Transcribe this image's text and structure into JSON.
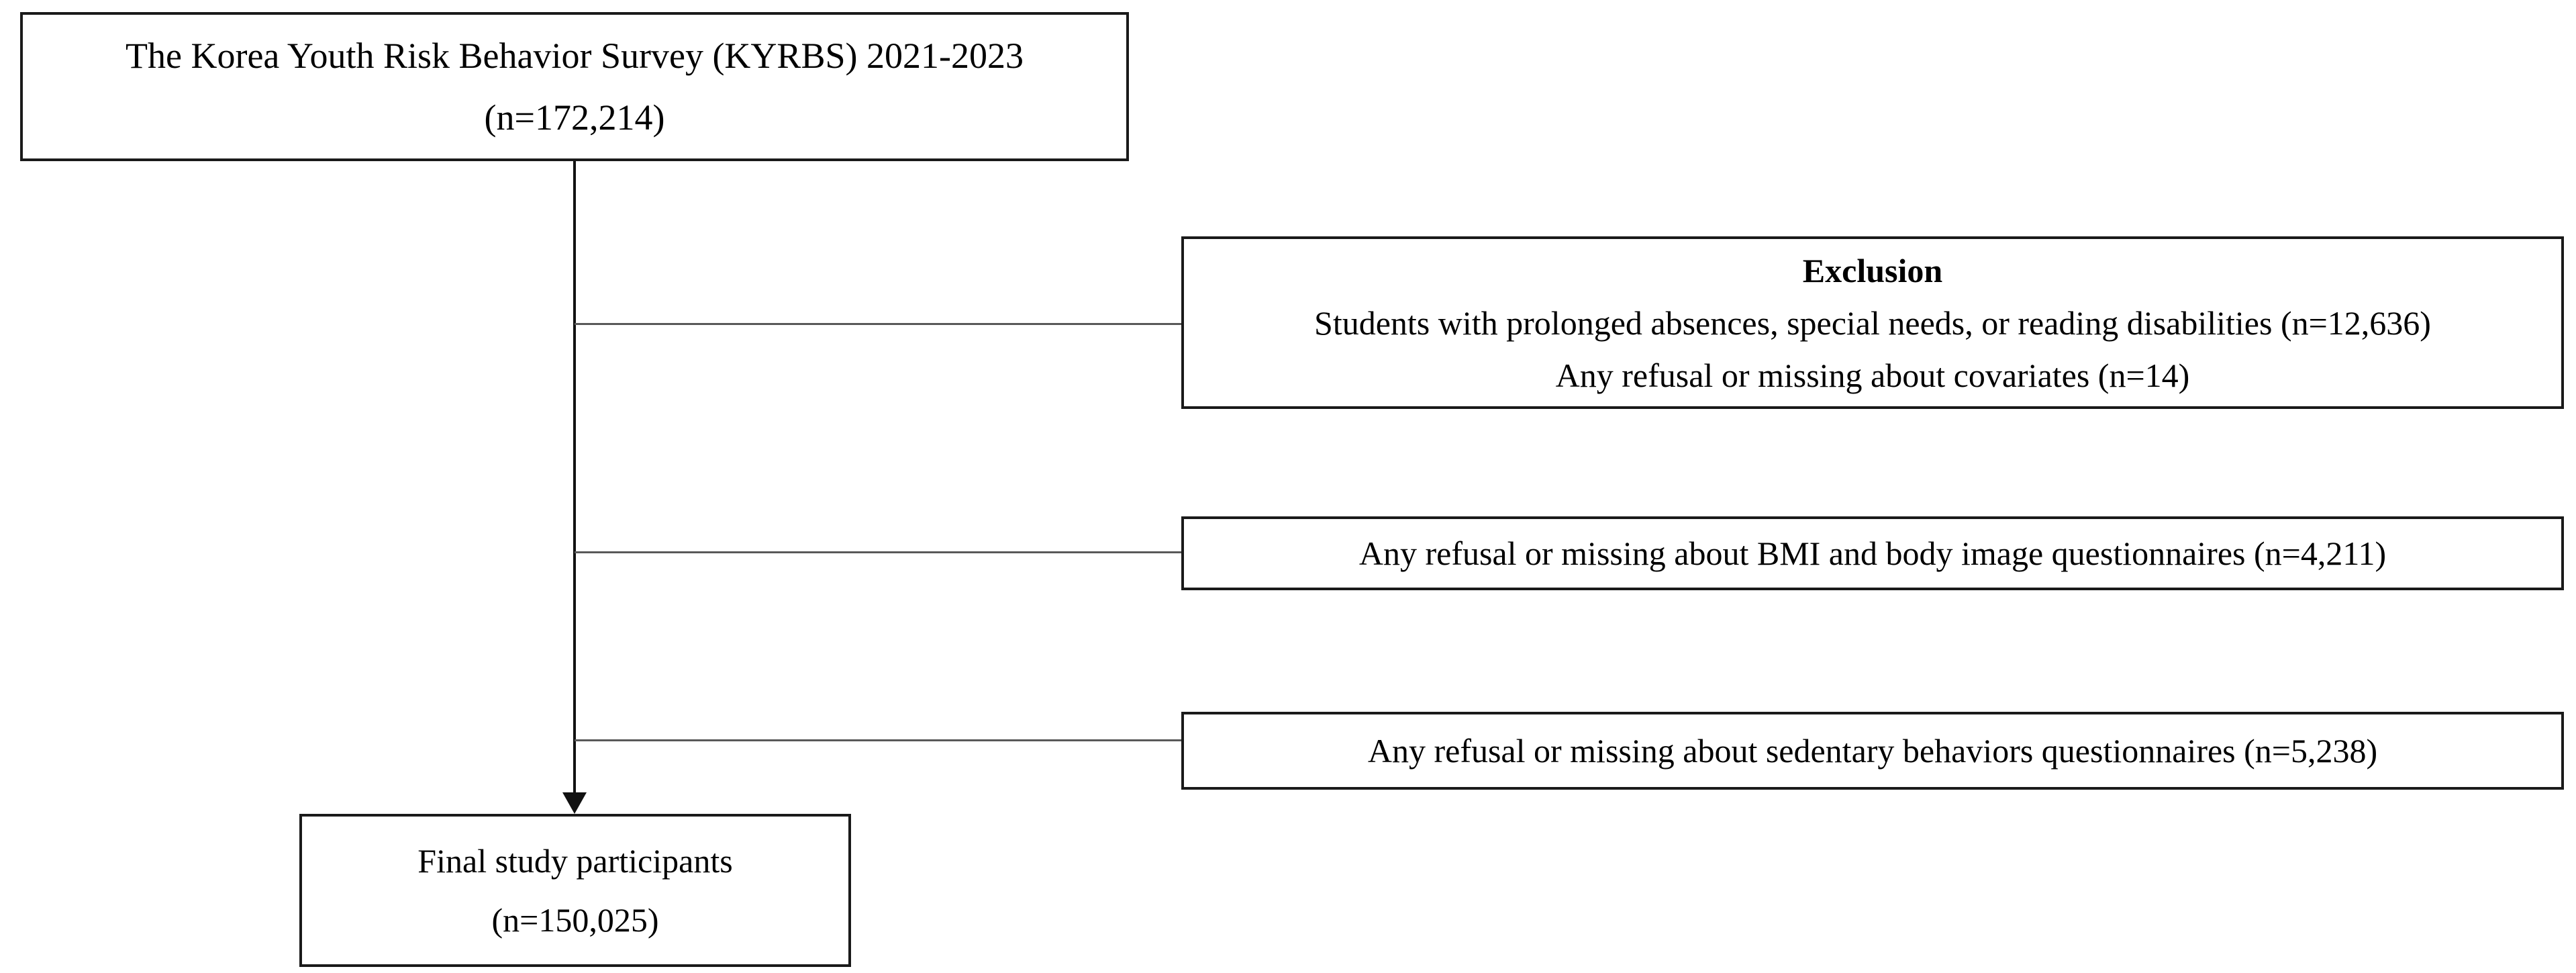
{
  "diagram": {
    "source_box": {
      "line1": "The Korea Youth Risk Behavior Survey (KYRBS) 2021-2023",
      "line2": "(n=172,214)"
    },
    "exclusion_box": {
      "title": "Exclusion",
      "line1": "Students with prolonged absences, special needs, or reading disabilities (n=12,636)",
      "line2": "Any refusal or missing about covariates (n=14)"
    },
    "bmi_box": {
      "line1": "Any refusal or missing about BMI and body image questionnaires (n=4,211)"
    },
    "sedentary_box": {
      "line1": "Any refusal or missing about sedentary behaviors questionnaires (n=5,238)"
    },
    "final_box": {
      "line1": "Final study participants",
      "line2": "(n=150,025)"
    }
  },
  "colors": {
    "background": "#ffffff",
    "text": "#000000",
    "box_border": "#1a1a1a",
    "connector": "#111111",
    "branch_connector": "#595959"
  }
}
